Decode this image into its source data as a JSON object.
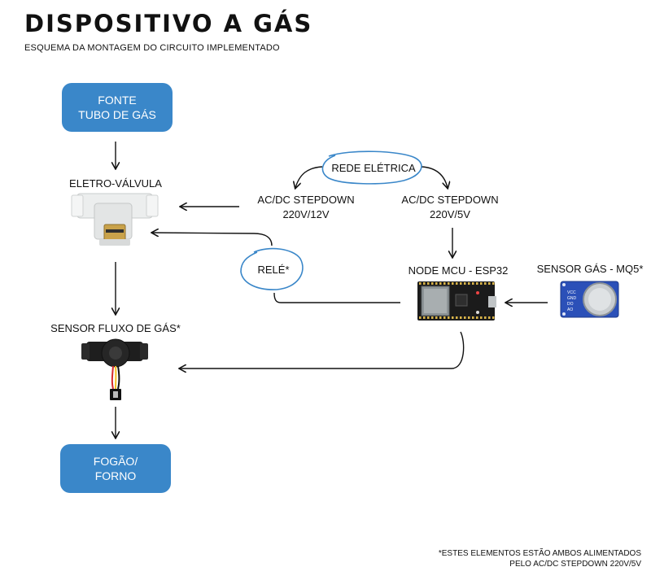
{
  "header": {
    "title": "DISPOSITIVO A GÁS",
    "subtitle": "ESQUEMA DA MONTAGEM DO CIRCUITO IMPLEMENTADO"
  },
  "nodes": {
    "fonte": {
      "line1": "FONTE",
      "line2": "TUBO DE GÁS"
    },
    "valvula": {
      "label": "ELETRO-VÁLVULA"
    },
    "fluxo": {
      "label": "SENSOR FLUXO DE GÁS*"
    },
    "fogao": {
      "line1": "FOGÃO/",
      "line2": "FORNO"
    },
    "rede": {
      "label": "REDE ELÉTRICA"
    },
    "stepdown12": {
      "line1": "AC/DC STEPDOWN",
      "line2": "220V/12V"
    },
    "stepdown5": {
      "line1": "AC/DC STEPDOWN",
      "line2": "220V/5V"
    },
    "rele": {
      "label": "RELÉ*"
    },
    "nodemcu": {
      "label": "NODE MCU - ESP32"
    },
    "mq5": {
      "label": "SENSOR GÁS - MQ5*",
      "pins": [
        "VCC",
        "GND",
        "DO",
        "AO"
      ]
    }
  },
  "footnote": {
    "line1": "*ESTES ELEMENTOS ESTÃO AMBOS ALIMENTADOS",
    "line2": "PELO AC/DC STEPDOWN 220V/5V"
  },
  "colors": {
    "box": "#3a87c9",
    "ellipse": "#3a87c9",
    "line": "#111111",
    "sensor_board": "#2b50b8"
  }
}
